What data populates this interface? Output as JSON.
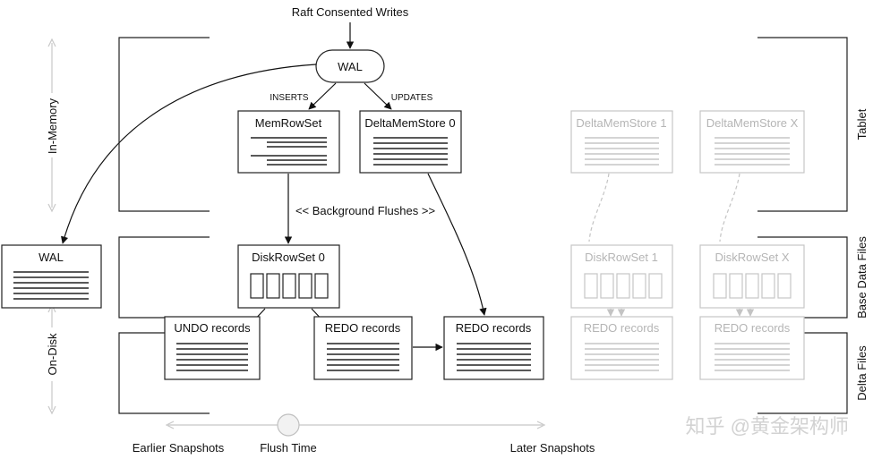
{
  "top_label": "Raft Consented Writes",
  "wal_top": "WAL",
  "inserts_label": "INSERTS",
  "updates_label": "UPDATES",
  "memrowset": "MemRowSet",
  "deltamemstore0": "DeltaMemStore 0",
  "deltamemstore1": "DeltaMemStore 1",
  "deltamemstoreX": "DeltaMemStore X",
  "background_flushes": "<< Background Flushes >>",
  "diskrowset0": "DiskRowSet 0",
  "diskrowset1": "DiskRowSet 1",
  "diskrowsetX": "DiskRowSet X",
  "wal_disk": "WAL",
  "undo_records": "UNDO records",
  "redo_records_a": "REDO records",
  "redo_records_b": "REDO records",
  "redo_records_1": "REDO records",
  "redo_records_X": "REDO records",
  "left_axis": {
    "in_memory": "In-Memory",
    "on_disk": "On-Disk"
  },
  "right_labels": {
    "tablet": "Tablet",
    "base_data_files": "Base Data Files",
    "delta_files": "Delta Files"
  },
  "bottom": {
    "earlier": "Earlier Snapshots",
    "flush_time": "Flush Time",
    "later": "Later Snapshots"
  },
  "watermark": "知乎 @黄金架构师"
}
